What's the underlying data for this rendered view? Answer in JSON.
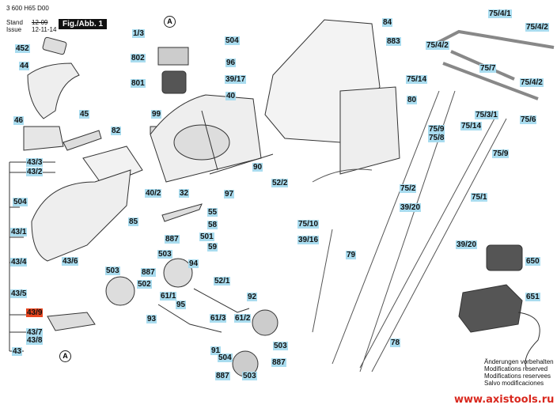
{
  "header": {
    "part_number": "3 600 H65 D00",
    "stand_label": "Stand",
    "issue_label": "Issue",
    "stand_value": "12-09",
    "issue_value": "12-11-14",
    "figure": "Fig./Abb. 1"
  },
  "markers": {
    "a_top": "A",
    "a_bottom": "A"
  },
  "labels": [
    "1/3",
    "802",
    "801",
    "452",
    "44",
    "46",
    "45",
    "82",
    "99",
    "504",
    "96",
    "39/17",
    "40",
    "90",
    "52/2",
    "40/2",
    "32",
    "97",
    "43/3",
    "43/2",
    "504",
    "43/1",
    "85",
    "43/4",
    "43/6",
    "43/5",
    "43/9",
    "43/7",
    "43/8",
    "43",
    "55",
    "58",
    "501",
    "59",
    "887",
    "503",
    "94",
    "887",
    "503",
    "502",
    "52/1",
    "61/1",
    "95",
    "93",
    "92",
    "61/3",
    "61/2",
    "91",
    "504",
    "503",
    "887",
    "887",
    "503",
    "84",
    "883",
    "80",
    "75/4/1",
    "75/4/2",
    "75/4/2",
    "75/7",
    "75/14",
    "75/4/2",
    "75/3/1",
    "75/6",
    "75/9",
    "75/8",
    "75/14",
    "75/9",
    "75/2",
    "39/20",
    "75/1",
    "75/10",
    "39/16",
    "79",
    "39/20",
    "650",
    "651",
    "78"
  ],
  "highlight_color": "#e8451f",
  "label_color": "#a9dcef",
  "notes": [
    "Änderungen vorbehalten",
    "Modifications reserved",
    "Modifications reservees",
    "Salvo modificaciones"
  ],
  "website": "www.axistools.ru"
}
